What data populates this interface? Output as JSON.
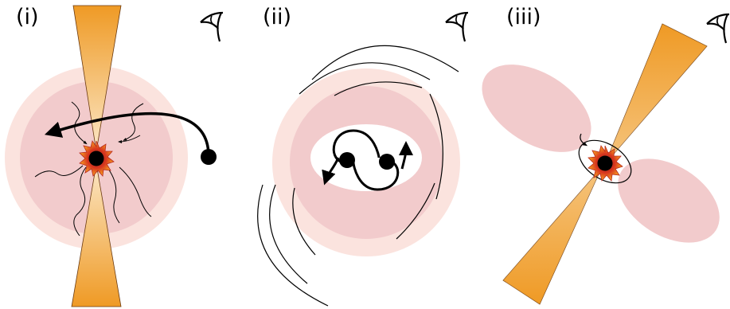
{
  "panels": [
    {
      "label": "(i)"
    },
    {
      "label": "(ii)"
    },
    {
      "label": "(iii)"
    }
  ],
  "icons": {
    "observer": "eye-icon",
    "source": "star-burst-icon"
  },
  "colors": {
    "outer_halo": "#fbe3de",
    "inner_halo": "#f2cbcc",
    "jet_dark": "#ef9a25",
    "jet_light": "#fbe7c6",
    "burst_outer": "#f58a1f",
    "burst_inner": "#c4271f",
    "ink": "#000000"
  }
}
